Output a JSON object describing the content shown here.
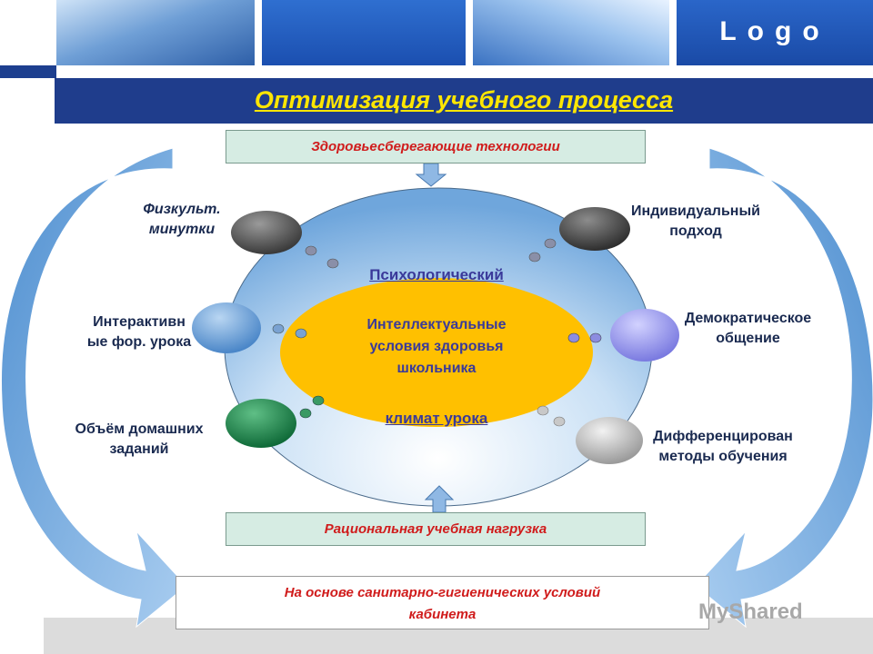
{
  "header": {
    "logo_text": "Logo",
    "title": "Оптимизация учебного процесса"
  },
  "diagram": {
    "top_box": "Здоровьесберегающие технологии",
    "middle_box": "Рациональная учебная нагрузка",
    "bottom_box_line1": "На основе санитарно-гигиенических условий",
    "bottom_box_line2": "кабинета",
    "psych_label": "Психологический",
    "climate_label": "климат урока",
    "center_line1": "Интеллектуальные",
    "center_line2": "условия здоровья",
    "center_line3": "школьника",
    "nodes": {
      "fizk_line1": "Физкульт.",
      "fizk_line2": "минутки",
      "indiv_line1": "Индивидуальный",
      "indiv_line2": "подход",
      "inter_line1": "Интерактивн",
      "inter_line2": "ые фор. урока",
      "democ_line1": "Демократическое",
      "democ_line2": "общение",
      "obem_line1": "Объём домашних",
      "obem_line2": "заданий",
      "diff_line1": "Дифференцирован",
      "diff_line2": "методы обучения"
    }
  },
  "watermark": "MyShared",
  "colors": {
    "header_bar": "#1f3d8c",
    "title_text": "#ffe600",
    "box_text": "#d01c1c",
    "box_fill": "#d6ece3",
    "center_fill": "#ffc000",
    "ring_fill": "#7fb2e0",
    "arrow_fill": "#5b9bd5"
  }
}
